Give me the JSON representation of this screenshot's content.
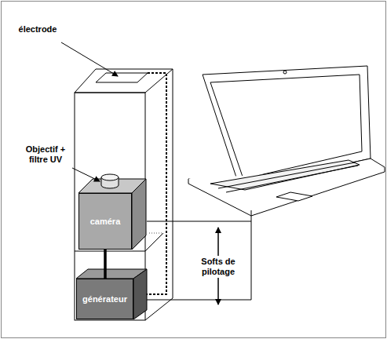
{
  "diagram": {
    "nodes": [
      {
        "text": [
          "caméra"
        ]
      },
      {
        "text": [
          "générateur"
        ]
      }
    ],
    "edges": [
      {
        "from": 0,
        "to": 1,
        "arrow": "none"
      }
    ],
    "labels": [
      "électrode",
      "Objectif + filtre UV",
      "Softs de pilotage"
    ]
  }
}
